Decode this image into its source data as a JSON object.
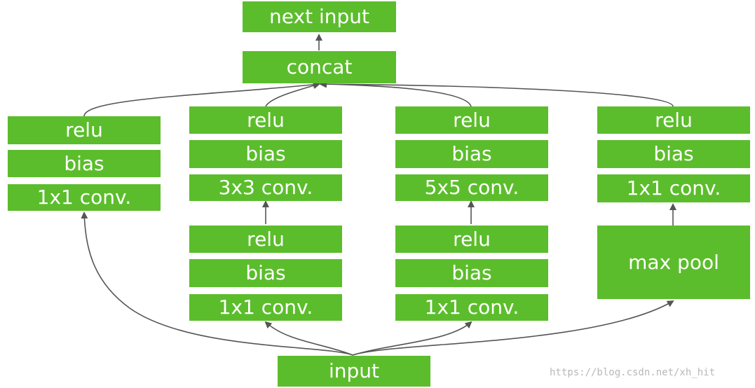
{
  "diagram": {
    "next_input": "next input",
    "concat": "concat",
    "input": "input",
    "branch1": {
      "relu": "relu",
      "bias": "bias",
      "conv": "1x1 conv."
    },
    "branch2": {
      "top": {
        "relu": "relu",
        "bias": "bias",
        "conv": "3x3 conv."
      },
      "bottom": {
        "relu": "relu",
        "bias": "bias",
        "conv": "1x1 conv."
      }
    },
    "branch3": {
      "top": {
        "relu": "relu",
        "bias": "bias",
        "conv": "5x5 conv."
      },
      "bottom": {
        "relu": "relu",
        "bias": "bias",
        "conv": "1x1 conv."
      }
    },
    "branch4": {
      "relu": "relu",
      "bias": "bias",
      "conv": "1x1 conv.",
      "pool": "max pool"
    }
  },
  "colors": {
    "box": "#5bbd2b",
    "text": "#ffffff",
    "line": "#555555",
    "watermark": "#b8b8b8"
  },
  "watermark": "https://blog.csdn.net/xh_hit"
}
